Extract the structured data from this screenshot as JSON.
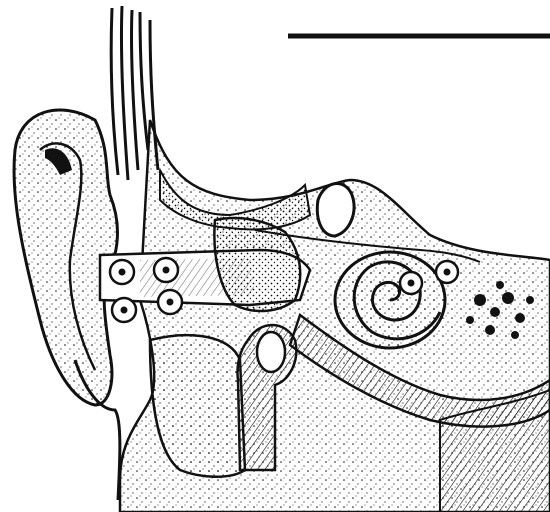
{
  "figure": {
    "subject": "ear-anatomy-drawing",
    "style": "stippled-line-art",
    "ink_color": "#111111",
    "paper_color": "#ffffff",
    "markers": [
      {
        "id": "marker-1"
      },
      {
        "id": "marker-2"
      },
      {
        "id": "marker-3"
      },
      {
        "id": "marker-4"
      },
      {
        "id": "marker-5"
      },
      {
        "id": "marker-6"
      }
    ]
  }
}
